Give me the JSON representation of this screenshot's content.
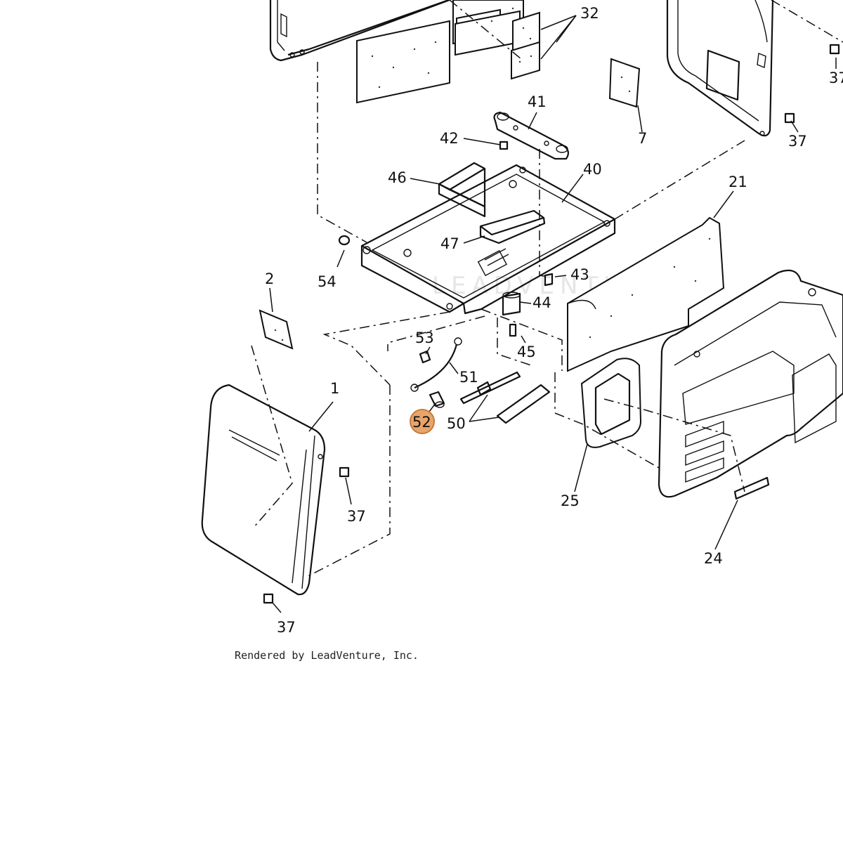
{
  "watermark": "LEADVENTURE",
  "footer": "Rendered by LeadVenture, Inc.",
  "highlight_color": "#e8a56b",
  "highlight_stroke": "#c97a3a",
  "callouts": [
    {
      "key": "c32",
      "label": "32"
    },
    {
      "key": "c37a",
      "label": "37"
    },
    {
      "key": "c37b",
      "label": "37"
    },
    {
      "key": "c7",
      "label": "7"
    },
    {
      "key": "c41",
      "label": "41"
    },
    {
      "key": "c42",
      "label": "42"
    },
    {
      "key": "c40",
      "label": "40"
    },
    {
      "key": "c46",
      "label": "46"
    },
    {
      "key": "c21",
      "label": "21"
    },
    {
      "key": "c47",
      "label": "47"
    },
    {
      "key": "c54",
      "label": "54"
    },
    {
      "key": "c43",
      "label": "43"
    },
    {
      "key": "c2",
      "label": "2"
    },
    {
      "key": "c44",
      "label": "44"
    },
    {
      "key": "c53",
      "label": "53"
    },
    {
      "key": "c45",
      "label": "45"
    },
    {
      "key": "c51",
      "label": "51"
    },
    {
      "key": "c1",
      "label": "1"
    },
    {
      "key": "c52",
      "label": "52",
      "highlighted": true
    },
    {
      "key": "c50",
      "label": "50"
    },
    {
      "key": "c37c",
      "label": "37"
    },
    {
      "key": "c25",
      "label": "25"
    },
    {
      "key": "c24",
      "label": "24"
    },
    {
      "key": "c37d",
      "label": "37"
    }
  ]
}
